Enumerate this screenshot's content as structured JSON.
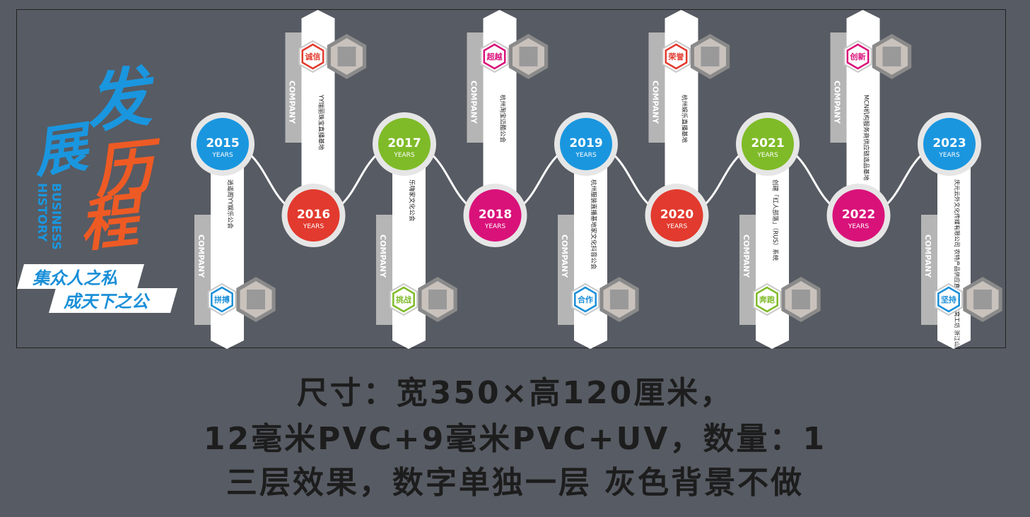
{
  "title": {
    "chars": [
      "发",
      "展",
      "历",
      "程"
    ],
    "english_line1": "BUSINESS",
    "english_line2": "HISTORY",
    "slogan1": "集众人之私",
    "slogan2": "成天下之公"
  },
  "years_label": "YEARS",
  "company_label": "COMPANY",
  "milestones": [
    {
      "year": "2015",
      "circle_color": "#1a96df",
      "tag": "拼搏",
      "text": "逍遥阁YY娱乐公会"
    },
    {
      "year": "2016",
      "circle_color": "#e23a2e",
      "tag": "诚信",
      "text": "YY瑞丽珠宝直播基地"
    },
    {
      "year": "2017",
      "circle_color": "#7fbb28",
      "tag": "挑战",
      "text": "乐嗨家文化公会"
    },
    {
      "year": "2018",
      "circle_color": "#d9127a",
      "tag": "超越",
      "text": "杭州淘宝迈酷公会"
    },
    {
      "year": "2019",
      "circle_color": "#1a96df",
      "tag": "合作",
      "text": "杭州服装直播基地家文化抖音公会"
    },
    {
      "year": "2020",
      "circle_color": "#e23a2e",
      "tag": "荣誉",
      "text": "杭州娱乐直播基地"
    },
    {
      "year": "2021",
      "circle_color": "#7fbb28",
      "tag": "奔跑",
      "text": "创建「红人部落」（RUS）系统"
    },
    {
      "year": "2022",
      "circle_color": "#d9127a",
      "tag": "创新",
      "text": "MCN机构服务商供应链选品基地"
    },
    {
      "year": "2023",
      "circle_color": "#1a96df",
      "tag": "坚持",
      "text": "庆元云外文化传媒有限公司 农特产品供应直播共享蜂窝工坊 浙江山鼎一蛙蛙鱼「系列产品销售中心"
    }
  ],
  "caption": {
    "line1": "尺寸：宽350×高120厘米，",
    "line2": "12毫米PVC+9毫米PVC+UV，数量：1",
    "line3": "三层效果，数字单独一层 灰色背景不做"
  },
  "colors": {
    "background": "#575b63",
    "title_blue": "#1a96df",
    "title_orange": "#ee5a24",
    "tag_red": "#e23a2e",
    "tag_blue": "#1a8fd8",
    "tag_green": "#7fbb28",
    "tag_magenta": "#d9127a",
    "band": "#b5b5b5"
  }
}
